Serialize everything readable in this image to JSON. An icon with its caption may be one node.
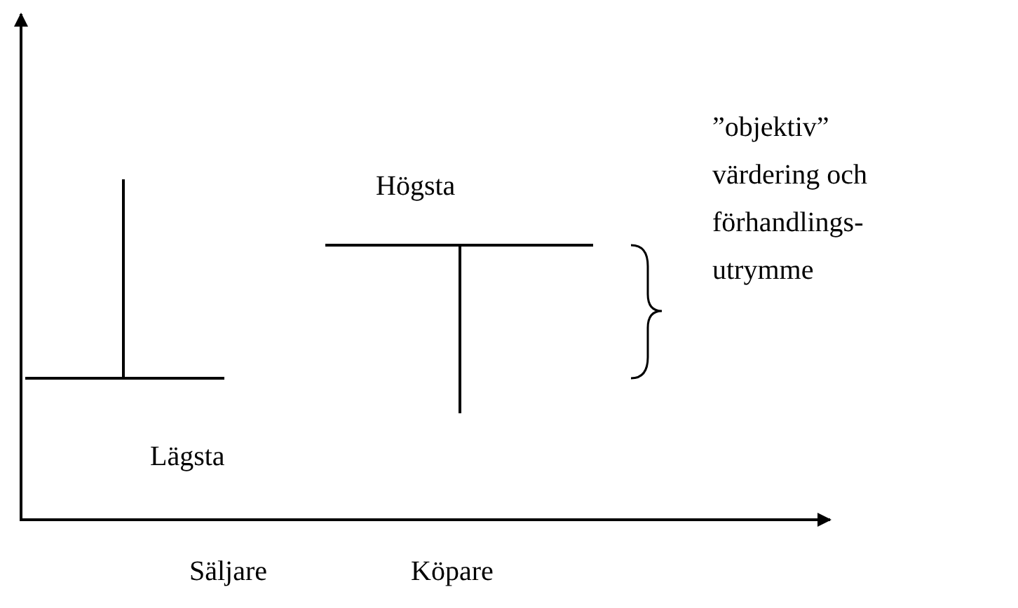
{
  "diagram": {
    "labels": [
      "”objektiv” värdering och förhandlings-utrymme",
      "Högsta",
      "Lägsta",
      "Säljare",
      "Köpare"
    ]
  }
}
